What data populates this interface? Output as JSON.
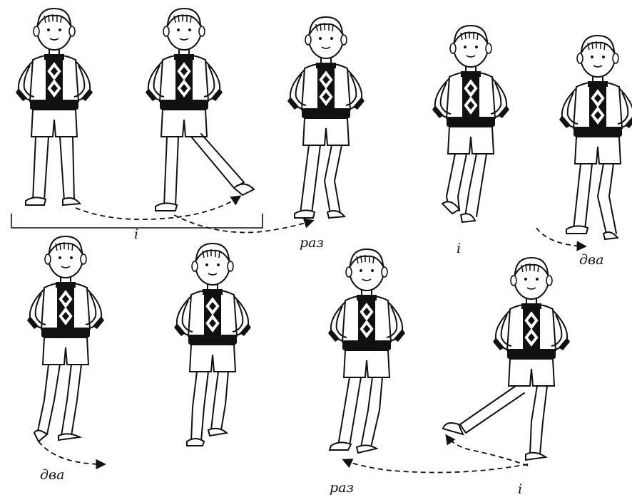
{
  "labels": {
    "count_and_1": "і",
    "count_one_1": "раз",
    "count_and_2": "і",
    "count_two_1": "два",
    "count_two_2": "два",
    "count_one_2": "раз",
    "count_and_3": "і"
  },
  "colors": {
    "ink": "#111111",
    "paper": "#ffffff"
  }
}
